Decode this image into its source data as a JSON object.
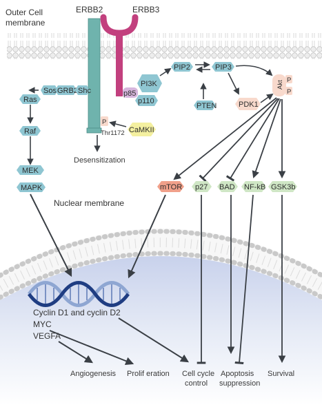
{
  "labels": {
    "outer_membrane_line1": "Outer Cell",
    "outer_membrane_line2": "membrane",
    "nuclear_membrane": "Nuclear membrane",
    "erbb2": "ERBB2",
    "erbb3": "ERBB3",
    "thr1172": "Thr1172",
    "desensitization": "Desensitization"
  },
  "nodes": {
    "sos": "Sos",
    "grb2": "GRB2",
    "shc": "Shc",
    "ras": "Ras",
    "raf": "Raf",
    "mek": "MEK",
    "mapk": "MAPK",
    "pi3k": "PI3K",
    "p85": "p85",
    "p110": "p110",
    "pip2": "PIP2",
    "pip3": "PIP3",
    "pten": "PTEN",
    "pdk1": "PDK1",
    "akt": "Akt",
    "akt_p1": "P",
    "akt_p2": "P",
    "erbb2_p": "P",
    "camkii": "CaMKII",
    "mtor": "mTOR",
    "p27": "p27",
    "bad": "BAD",
    "nfkb": "NF-kB",
    "gsk3b": "GSK3b"
  },
  "nucleus": {
    "genes_line1": "Cyclin D1 and cyclin D2",
    "genes_line2": "MYC",
    "genes_line3": "VEGFA"
  },
  "outcomes": {
    "angiogenesis": "Angiogenesis",
    "proliferation": "Prolif eration",
    "cell_cycle_line1": "Cell cycle",
    "cell_cycle_line2": "control",
    "apoptosis_line1": "Apoptosis",
    "apoptosis_line2": "suppression",
    "survival": "Survival"
  },
  "colors": {
    "teal_node": "#8fc6d2",
    "teal_border": "#5c9fb0",
    "green_node": "#cfe6c5",
    "salmon_node": "#f0a08a",
    "peach_node": "#f8d9cc",
    "yellow_node": "#f4f0a0",
    "lilac_node": "#d6b6dd",
    "erbb2_color": "#6fb3ad",
    "erbb3_color": "#c2407e",
    "arrow": "#3a3f45",
    "dna_dark": "#1f3d82",
    "dna_light": "#8ea6d2"
  }
}
